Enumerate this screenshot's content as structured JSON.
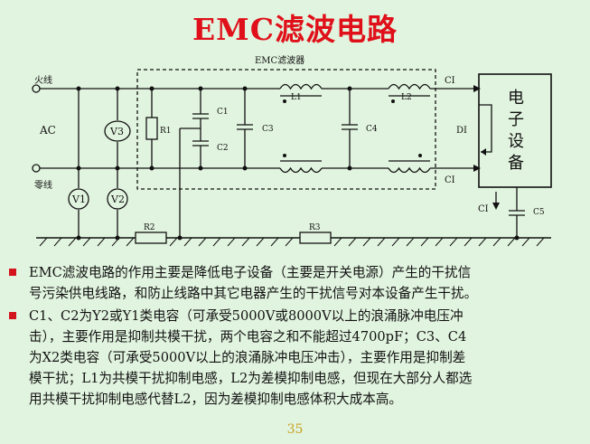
{
  "title": "EMC滤波电路",
  "circuit": {
    "filter_box_label": "EMC滤波器",
    "fire_line": "火线",
    "zero_line": "零线",
    "ac": "AC",
    "v1": "V1",
    "v2": "V2",
    "v3": "V3",
    "r1": "R1",
    "r2": "R2",
    "r3": "R3",
    "c1": "C1",
    "c2": "C2",
    "c3": "C3",
    "c4": "C4",
    "c5": "C5",
    "l1": "L1",
    "l2": "L2",
    "ci_top": "CI",
    "ci_bottom": "CI",
    "ci_ground": "CI",
    "di": "DI",
    "device_chars": [
      "电",
      "子",
      "设",
      "备"
    ]
  },
  "bullets": [
    {
      "lines": [
        "EMC滤波电路的作用主要是降低电子设备（主要是开关电源）产生的干扰信",
        "号污染供电线路，和防止线路中其它电器产生的干扰信号对本设备产生干扰。"
      ]
    },
    {
      "lines": [
        "C1、C2为Y2或Y1类电容（可承受5000V或8000V以上的浪涌脉冲电压冲",
        "击），主要作用是抑制共模干扰，两个电容之和不能超过4700pF；C3、C4",
        "为X2类电容（可承受5000V以上的浪涌脉冲电压冲击），主要作用是抑制差",
        "模干扰；L1为共模干扰抑制电感，L2为差模抑制电感，但现在大部分人都选",
        "用共模干扰抑制电感代替L2，因为差模抑制电感体积大成本高。"
      ]
    }
  ],
  "page_number": "35",
  "colors": {
    "background": "#e1f4df",
    "title": "#e0101a",
    "bullet_mark": "#d3141c",
    "page_number": "#c9a224"
  }
}
